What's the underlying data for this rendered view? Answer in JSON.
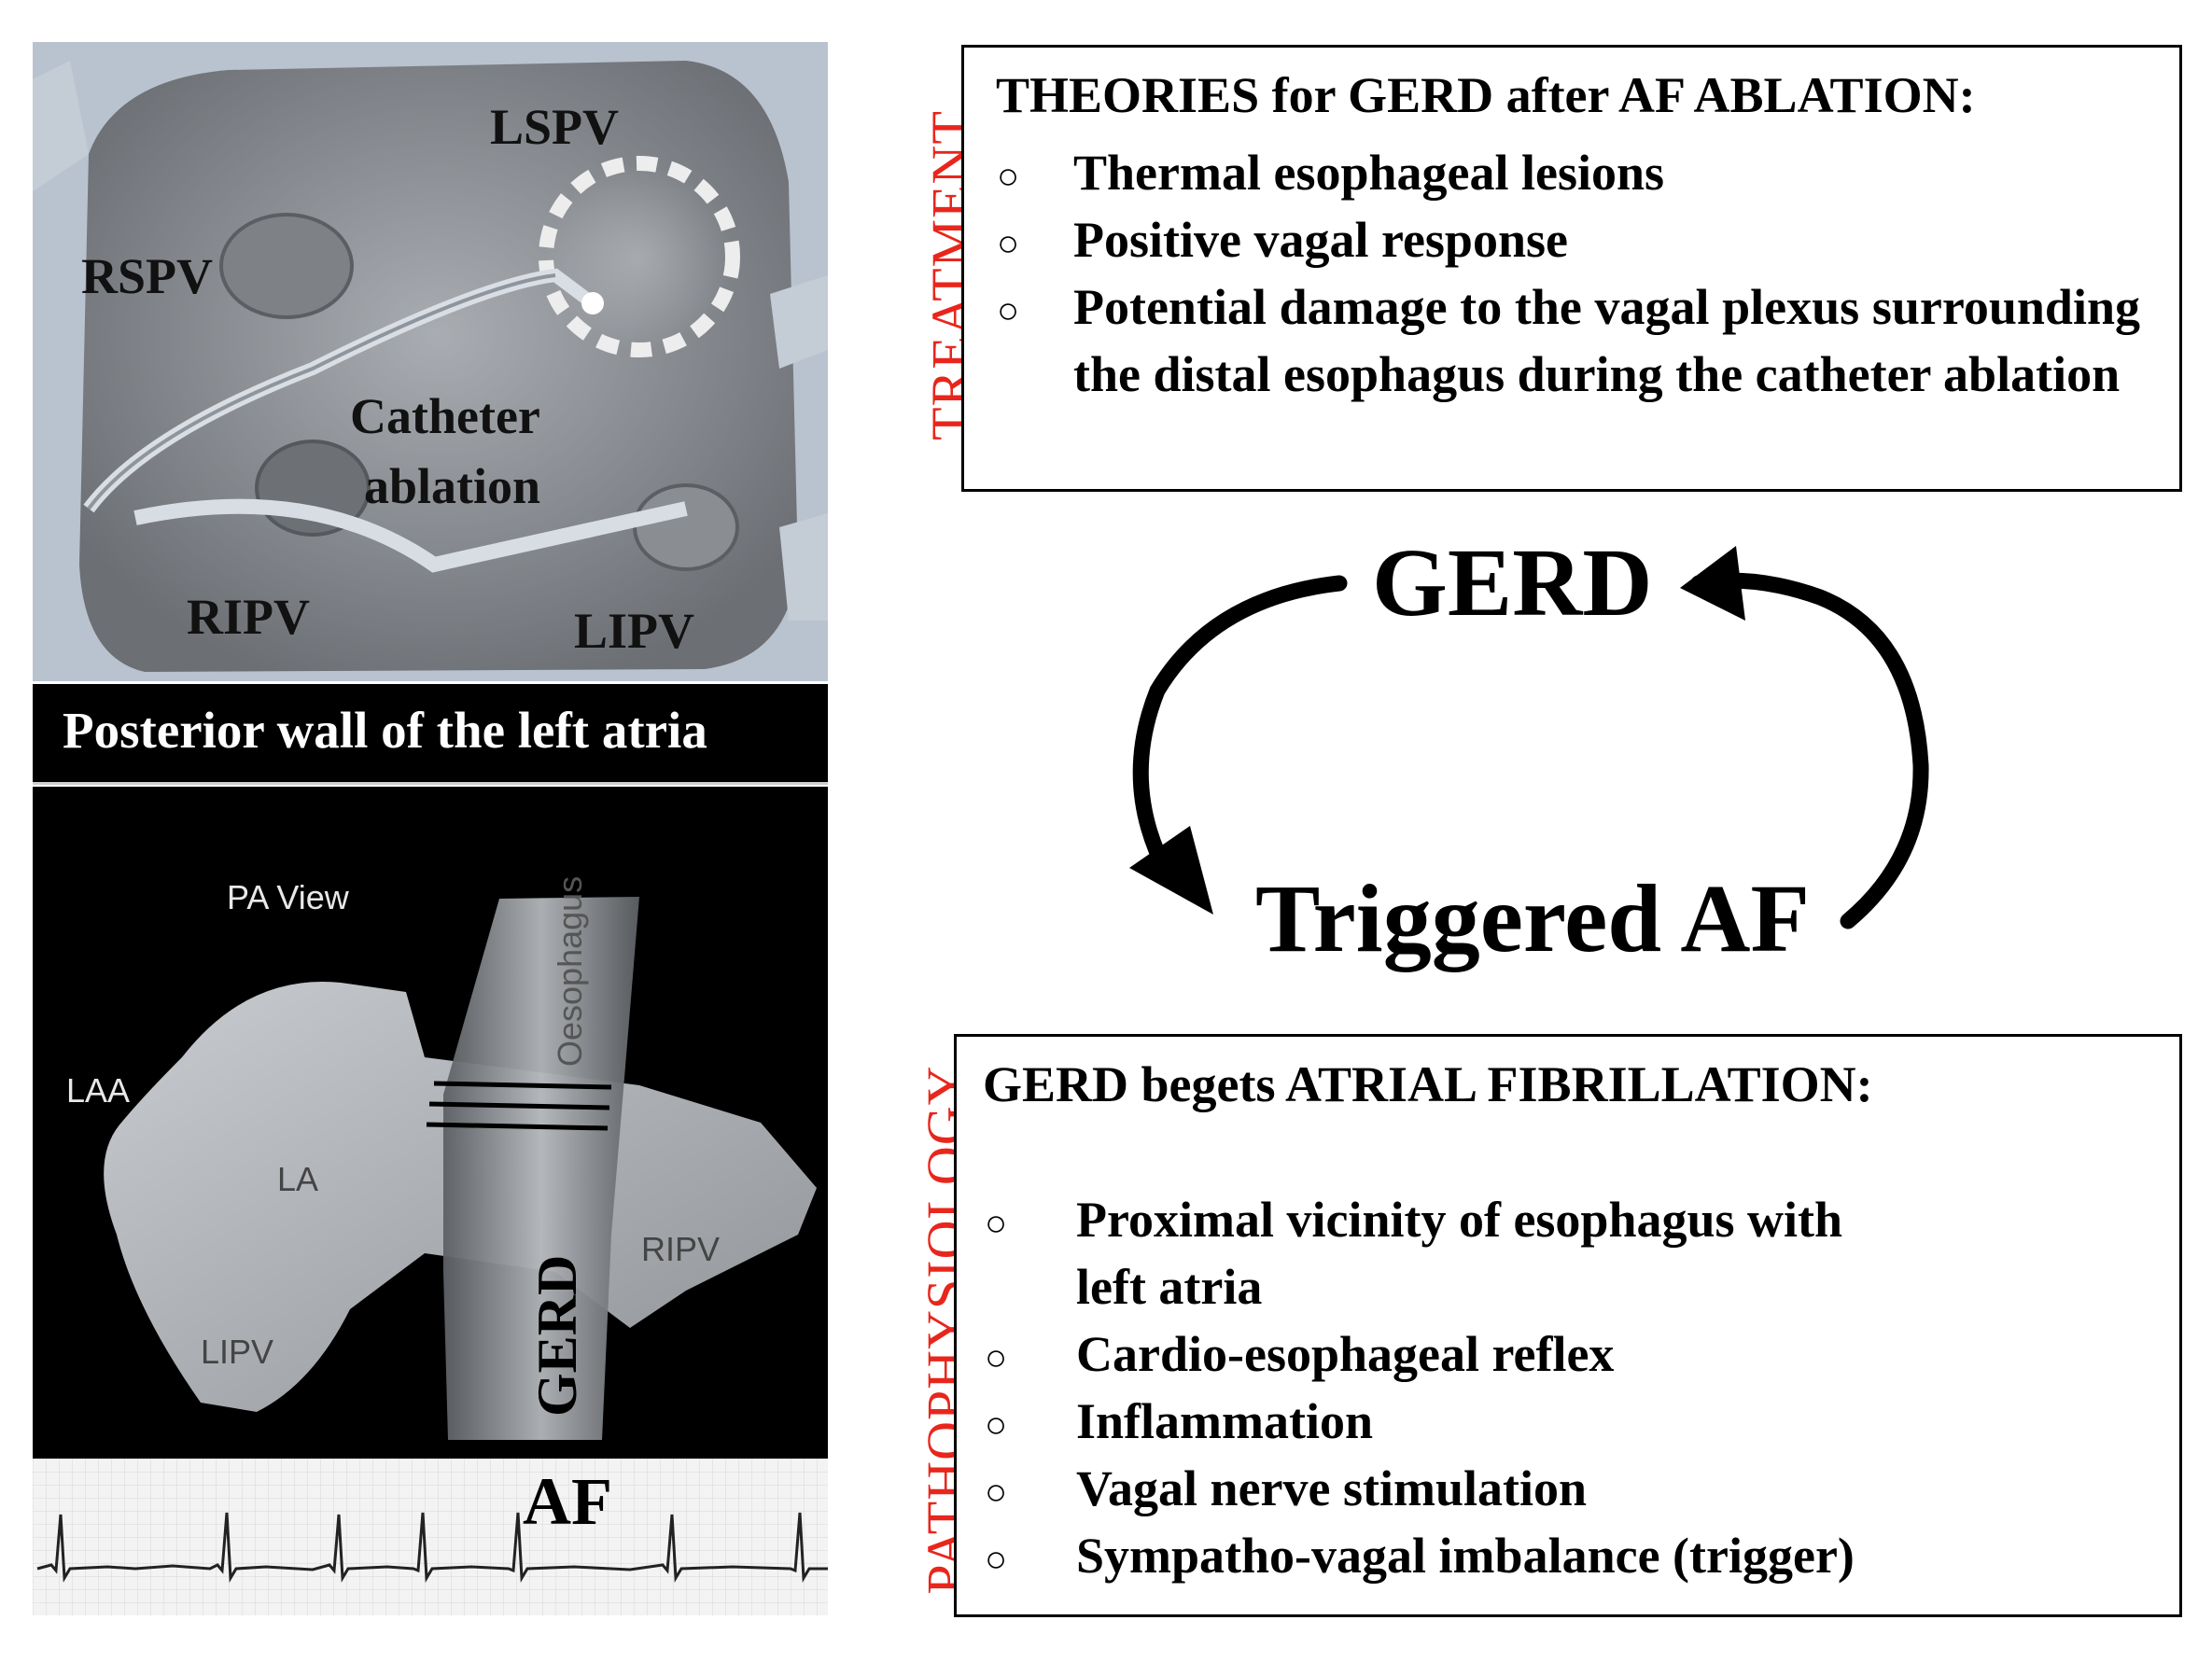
{
  "heart_panel": {
    "labels": {
      "lspv": "LSPV",
      "rspv": "RSPV",
      "catheter_line1": "Catheter",
      "catheter_line2": "ablation",
      "ripv": "RIPV",
      "lipv": "LIPV"
    }
  },
  "caption": "Posterior wall of the left atria",
  "pa_panel": {
    "view_title": "PA View",
    "oesophagus": "Oesophagus",
    "laa": "LAA",
    "la": "LA",
    "ripv": "RIPV",
    "lipv": "LIPV",
    "gerd": "GERD"
  },
  "ecg_panel": {
    "label": "AF"
  },
  "section_labels": {
    "top": "TREATMENT",
    "bottom": "PATHOPHYSIOLOGY"
  },
  "treatment_box": {
    "title": "THEORIES for GERD after  AF ABLATION:",
    "bullet_symbol": "○",
    "items": [
      "Thermal esophageal lesions",
      "Positive vagal response",
      "Potential damage to the vagal plexus surrounding the distal esophagus during the catheter ablation"
    ]
  },
  "cycle": {
    "top": "GERD",
    "bottom": "Triggered AF"
  },
  "pathophysiology_box": {
    "title": "GERD begets ATRIAL FIBRILLATION:",
    "bullet_symbol": "○",
    "items": [
      "Proximal vicinity of esophagus with left atria",
      "Cardio-esophageal reflex",
      "Inflammation",
      "Vagal nerve stimulation",
      "Sympatho-vagal imbalance (trigger)"
    ]
  },
  "colors": {
    "section_label": "#e8261c",
    "text": "#000000",
    "heart_wall": "#b7c2cf",
    "heart_inner": "#8a8d92"
  }
}
